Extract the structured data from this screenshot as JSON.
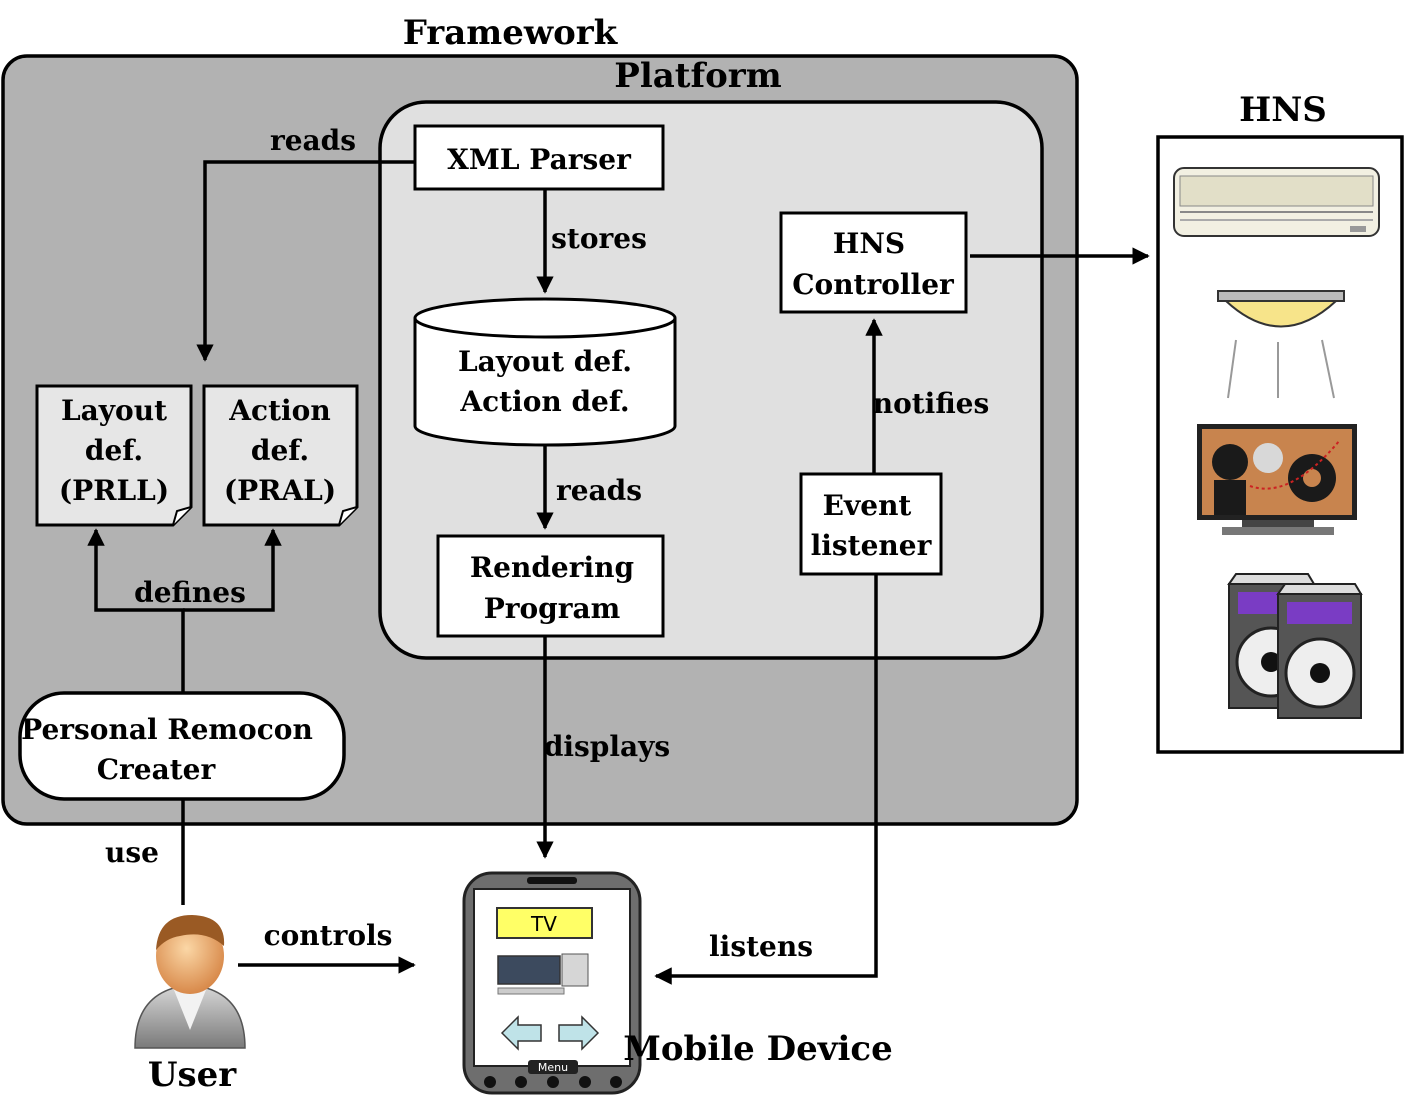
{
  "labels": {
    "framework": "Framework",
    "platform": "Platform",
    "hns_title": "HNS",
    "user": "User",
    "mobile_device": "Mobile Device"
  },
  "nodes": {
    "xml_parser": "XML Parser",
    "hns_controller": [
      "HNS",
      "Controller"
    ],
    "storage": [
      "Layout def.",
      "Action def."
    ],
    "rendering": [
      "Rendering",
      "Program"
    ],
    "event_listener": [
      "Event",
      "listener"
    ],
    "layout_def": [
      "Layout",
      "def.",
      "(PRLL)"
    ],
    "action_def": [
      "Action",
      "def.",
      "(PRAL)"
    ],
    "creator": [
      "Personal Remocon",
      "Creater"
    ]
  },
  "edges": {
    "reads_top": "reads",
    "stores": "stores",
    "reads_mid": "reads",
    "notifies": "notifies",
    "defines": "defines",
    "displays": "displays",
    "use": "use",
    "controls": "controls",
    "listens": "listens"
  },
  "phone": {
    "screen_label": "TV",
    "menu_label": "Menu"
  },
  "colors": {
    "framework_fill": "#b2b2b2",
    "platform_fill": "#e0e0e0",
    "doc_fill": "#e6e6e6",
    "tv_label_bg": "#ffff66",
    "arrow_button": "#bfe3e8",
    "speaker_accent": "#7a3cc4"
  }
}
